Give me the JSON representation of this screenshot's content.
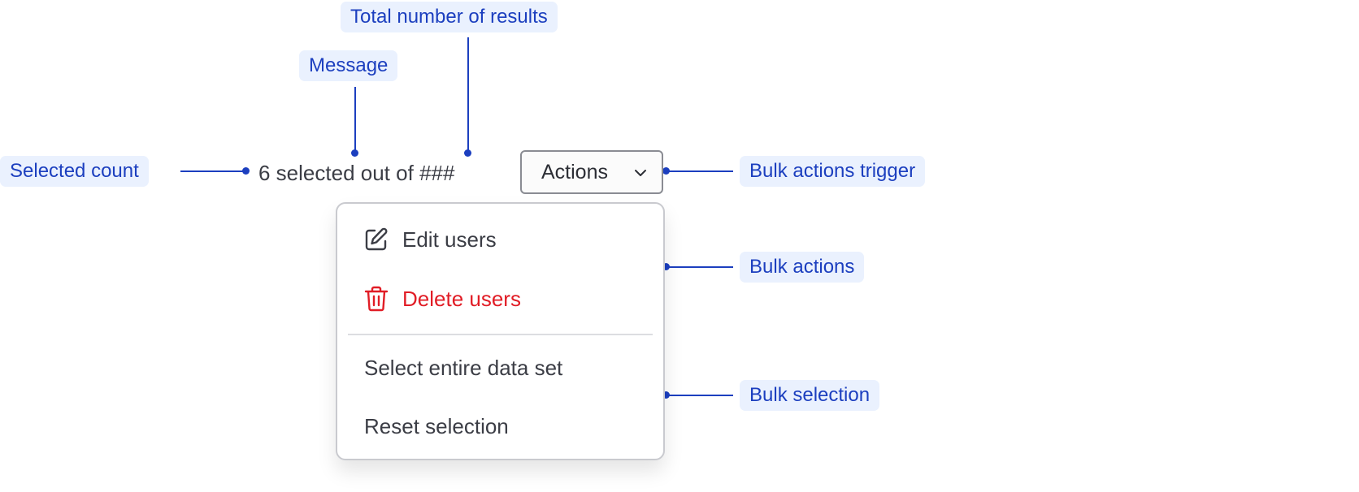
{
  "callouts": {
    "total_results": "Total number of results",
    "message": "Message",
    "selected_count": "Selected count",
    "bulk_actions_trigger": "Bulk actions trigger",
    "bulk_actions": "Bulk actions",
    "bulk_selection": "Bulk selection"
  },
  "selection": {
    "count_text": "6 selected",
    "message_text": "out of",
    "total_text": "###"
  },
  "actions_button": {
    "label": "Actions"
  },
  "menu": {
    "bulk_actions": [
      {
        "label": "Edit users",
        "icon": "edit-icon"
      },
      {
        "label": "Delete users",
        "icon": "trash-icon",
        "color": "#e11d26"
      }
    ],
    "bulk_selection": [
      {
        "label": "Select entire data set"
      },
      {
        "label": "Reset selection"
      }
    ]
  },
  "colors": {
    "callout_text": "#1c3fbf",
    "callout_bg": "#eaf1fe",
    "danger": "#e11d26"
  }
}
